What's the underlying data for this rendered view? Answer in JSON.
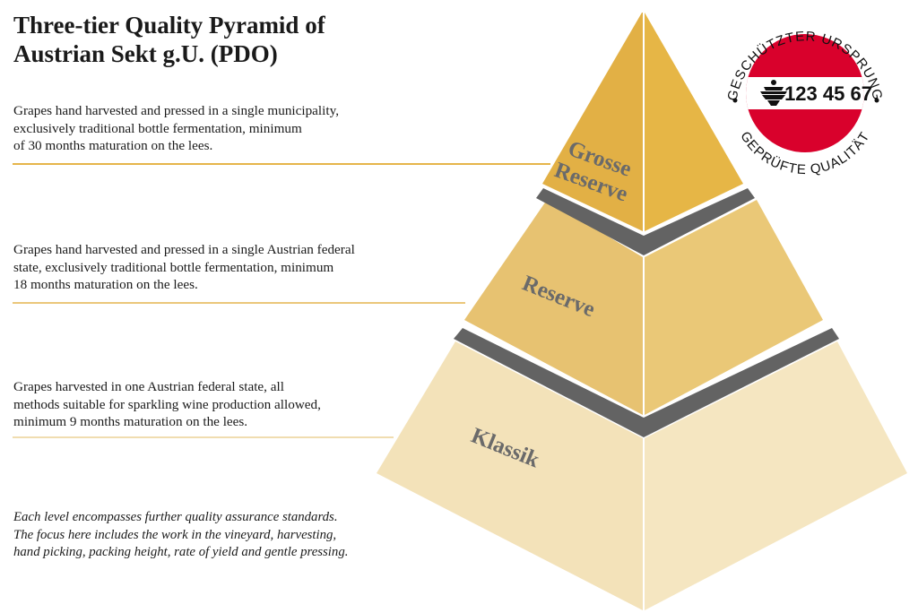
{
  "title": {
    "line1": "Three-tier Quality Pyramid of",
    "line2": "Austrian Sekt g.U. (PDO)"
  },
  "tiers": [
    {
      "name_line1": "Grosse",
      "name_line2": "Reserve",
      "description": [
        "Grapes hand harvested and pressed in a single municipality,",
        "exclusively traditional bottle fermentation, minimum",
        "of 30 months maturation on the lees."
      ],
      "color_left": "#e2b045",
      "color_right": "#e6b646"
    },
    {
      "name": "Reserve",
      "description": [
        "Grapes hand harvested  and pressed in a single Austrian federal",
        "state, exclusively traditional bottle fermentation, minimum",
        "18 months maturation on the lees."
      ],
      "color_left": "#e7c271",
      "color_right": "#eac877"
    },
    {
      "name": "Klassik",
      "description": [
        "Grapes harvested in one Austrian federal state, all",
        "methods suitable for sparkling wine production allowed,",
        "minimum 9 months maturation on the lees."
      ],
      "color_left": "#f3e2b9",
      "color_right": "#f5e6c1"
    }
  ],
  "note": [
    "Each level encompasses further quality assurance standards.",
    "The focus here includes the work in the vineyard, harvesting,",
    "hand picking, packing height, rate of yield and gentle pressing."
  ],
  "seal": {
    "top_text": "GESCHÜTZTER URSPRUNG",
    "bottom_text": "GEPRÜFTE QUALITÄT",
    "number": "123 45 67",
    "red": "#d9012c",
    "emblem_icon": "austrian-eagle-icon"
  },
  "colors": {
    "separator": "#636363",
    "rule1": "#e6b54a",
    "rule2": "#ebc77a",
    "rule3": "#f0ddb0"
  }
}
